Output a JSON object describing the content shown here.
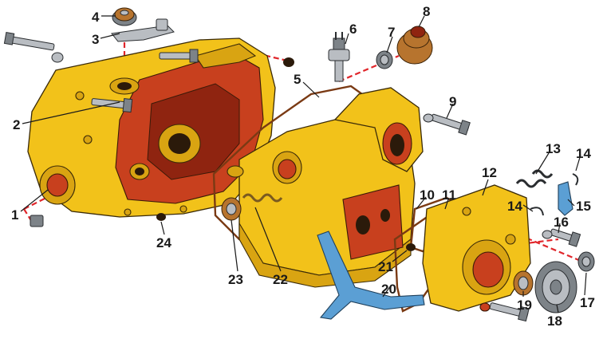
{
  "callouts": [
    "1",
    "2",
    "3",
    "4",
    "5",
    "6",
    "7",
    "8",
    "9",
    "10",
    "11",
    "12",
    "13",
    "14",
    "14",
    "15",
    "16",
    "17",
    "18",
    "19",
    "20",
    "21",
    "22",
    "23",
    "24"
  ],
  "colors": {
    "housing": "#f2c21a",
    "housing_interior": "#c8401e",
    "axis_lines": "#e0262b",
    "bracket": "#5b9fd4",
    "fasteners": "#b9bdc2"
  }
}
